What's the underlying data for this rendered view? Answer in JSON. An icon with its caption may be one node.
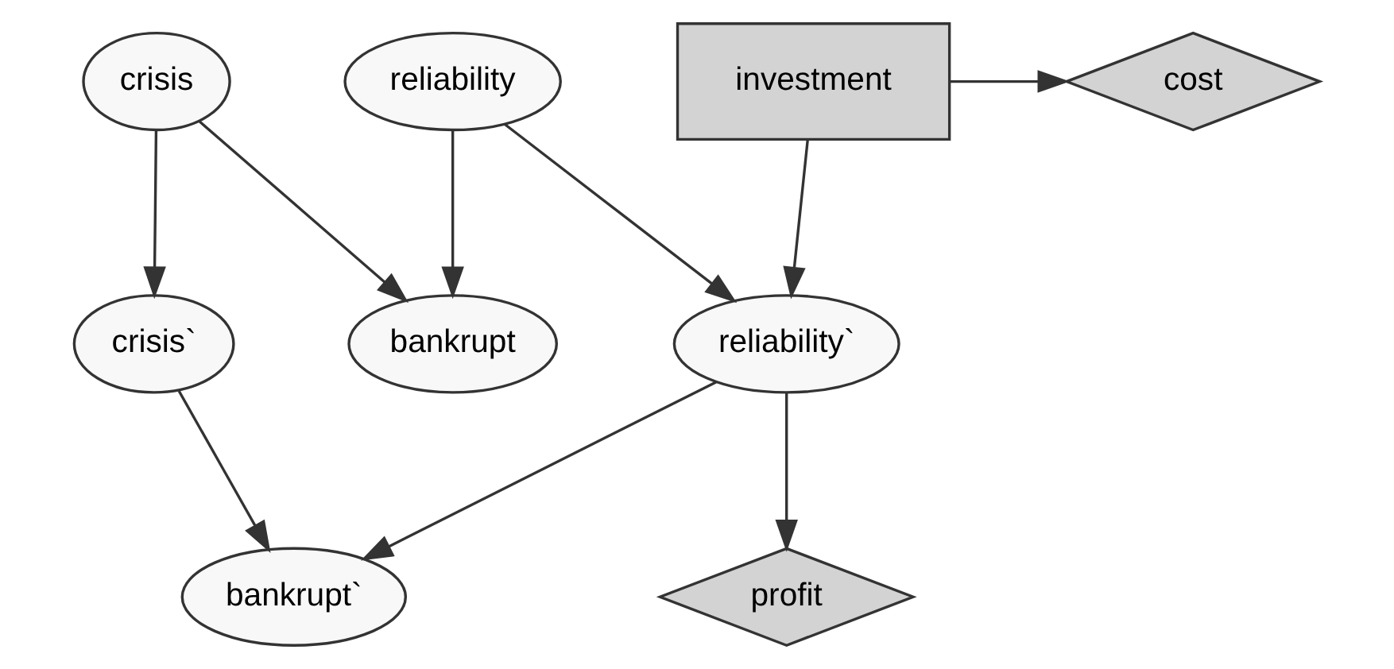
{
  "diagram": {
    "nodes": [
      {
        "text": [
          "reliability"
        ]
      },
      {
        "text": [
          "crisis"
        ]
      },
      {
        "text": [
          "investment"
        ]
      },
      {
        "text": [
          "cost"
        ]
      },
      {
        "text": [
          "bankrupt"
        ]
      },
      {
        "text": [
          "reliability`"
        ]
      },
      {
        "text": [
          "crisis`"
        ]
      },
      {
        "text": [
          "bankrupt`"
        ]
      },
      {
        "text": [
          "profit"
        ]
      }
    ],
    "edges": [
      {
        "from": 2,
        "to": 3,
        "arrow": "to"
      },
      {
        "from": 0,
        "to": 4,
        "arrow": "to"
      },
      {
        "from": 1,
        "to": 4,
        "arrow": "to"
      },
      {
        "from": 0,
        "to": 5,
        "arrow": "to"
      },
      {
        "from": 2,
        "to": 5,
        "arrow": "to"
      },
      {
        "from": 1,
        "to": 6,
        "arrow": "to"
      },
      {
        "from": 5,
        "to": 7,
        "arrow": "to"
      },
      {
        "from": 6,
        "to": 7,
        "arrow": "to"
      },
      {
        "from": 5,
        "to": 8,
        "arrow": "to"
      }
    ]
  }
}
